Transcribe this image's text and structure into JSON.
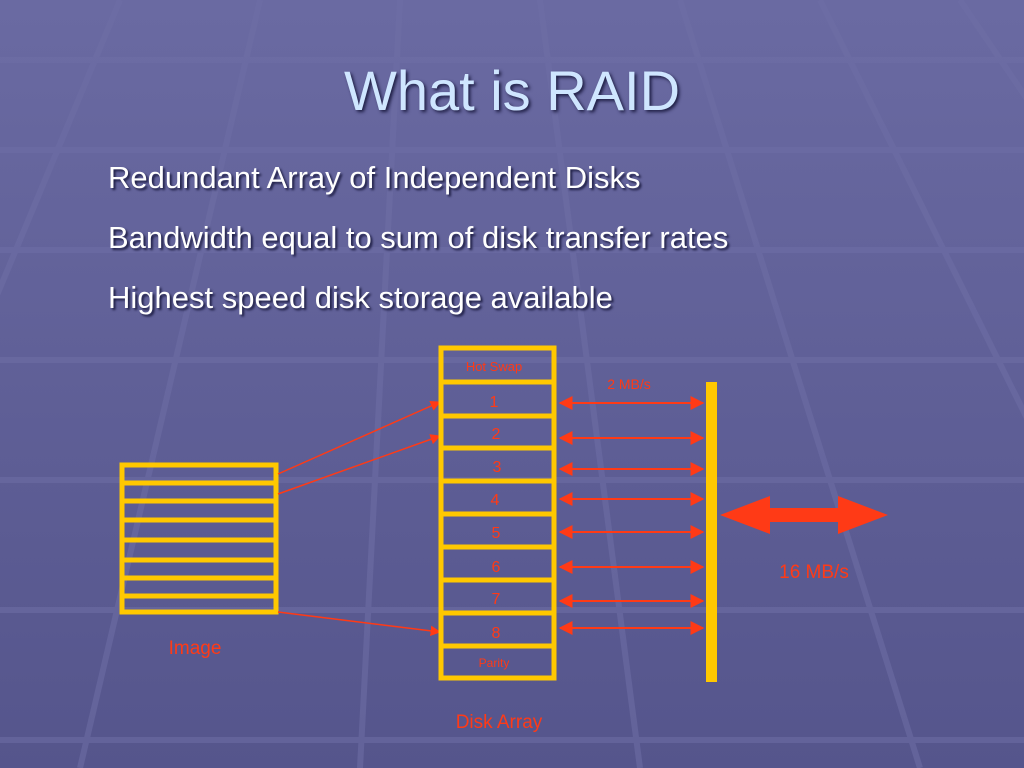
{
  "title": "What is RAID",
  "bullets": [
    "Redundant Array of  Independent Disks",
    "Bandwidth equal to sum of disk transfer rates",
    "Highest speed disk storage available"
  ],
  "diagram": {
    "disk_array": {
      "top_label": "Hot Swap",
      "disks": [
        "1",
        "2",
        "3",
        "4",
        "5",
        "6",
        "7",
        "8"
      ],
      "bottom_label": "Parity",
      "caption": "Disk Array"
    },
    "image_label": "Image",
    "per_disk_rate": "2 MB/s",
    "total_rate": "16 MB/s"
  },
  "colors": {
    "background": "#5b5b92",
    "title": "#cfe6ff",
    "frame": "#ffc800",
    "accent": "#ff3a16"
  }
}
